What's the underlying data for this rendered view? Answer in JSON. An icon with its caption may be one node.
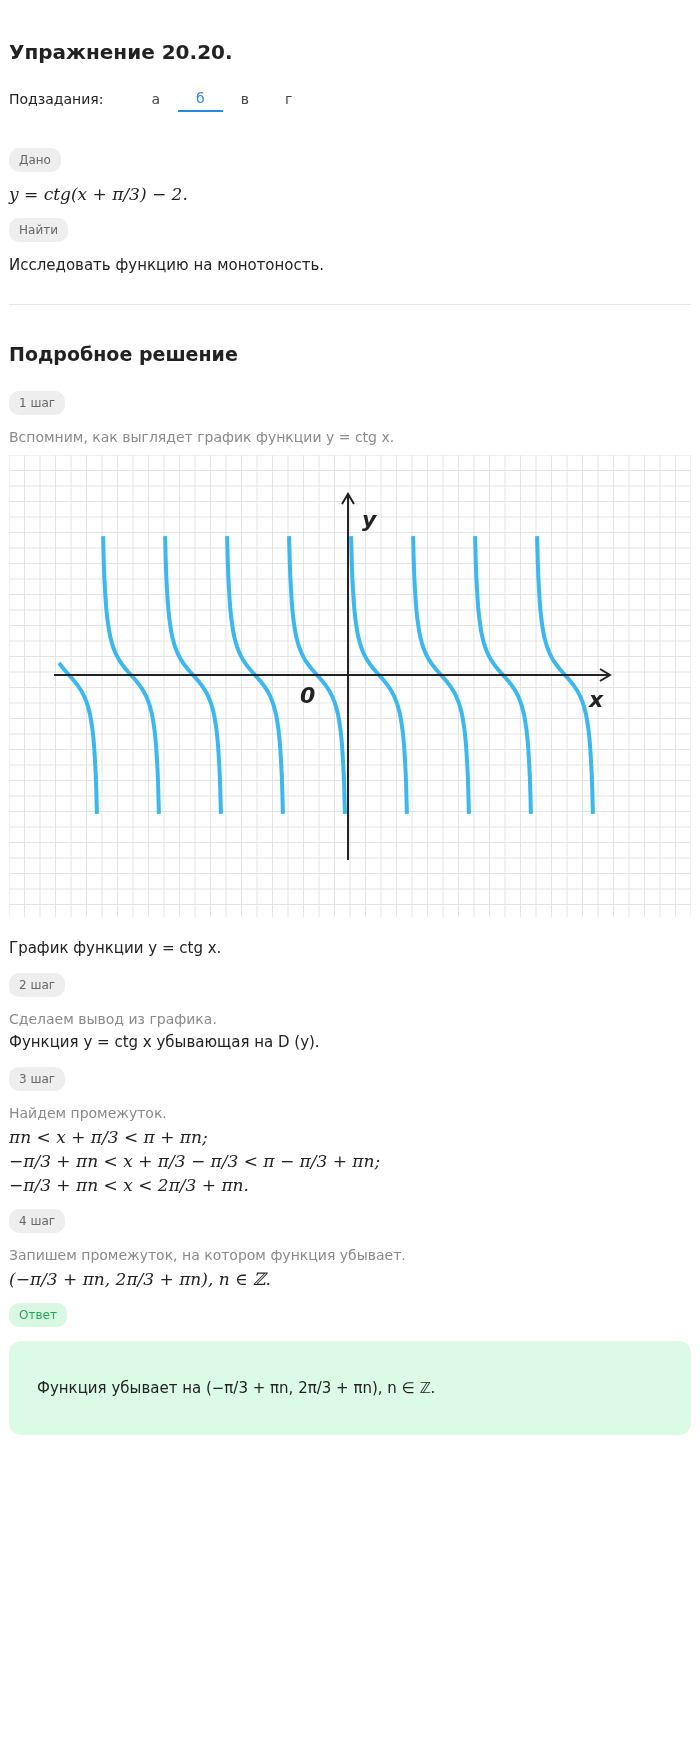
{
  "diagram": {
    "title": "Упражнение 20.20.",
    "nodes": [
      {
        "text": [
          "Дано"
        ]
      },
      {
        "text": [
          "Найти"
        ]
      },
      {
        "text": [
          "1 шаг"
        ]
      },
      {
        "text": [
          "2 шаг"
        ]
      },
      {
        "text": [
          "3 шаг"
        ]
      },
      {
        "text": [
          "4 шаг"
        ]
      },
      {
        "text": [
          "Ответ"
        ]
      },
      {
        "text": [
          "Функция убывает на (−π/3 + πn, 2π/3 + πn), n ∈ ℤ."
        ]
      }
    ],
    "labels": [
      "Подзадания:",
      "а",
      "б",
      "в",
      "г",
      "y = ctg(x + π/3) − 2.",
      "Исследовать функцию на монотоность.",
      "Подробное решение",
      "Вспомним, как выглядет график функции y = ctg x.",
      "y",
      "x",
      "0",
      "График функции y = ctg x.",
      "Сделаем вывод из графика.",
      "Функция y = ctg x убывающая на D (y).",
      "Найдем промежуток.",
      "πn < x + π/3 < π + πn;",
      "−π/3 + πn < x + π/3 − π/3 < π − π/3 + πn;",
      "−π/3 + πn < x < 2π/3 + πn.",
      "Запишем промежуток, на котором функция убывает.",
      "(−π/3 + πn, 2π/3 + πn), n ∈ ℤ."
    ]
  }
}
